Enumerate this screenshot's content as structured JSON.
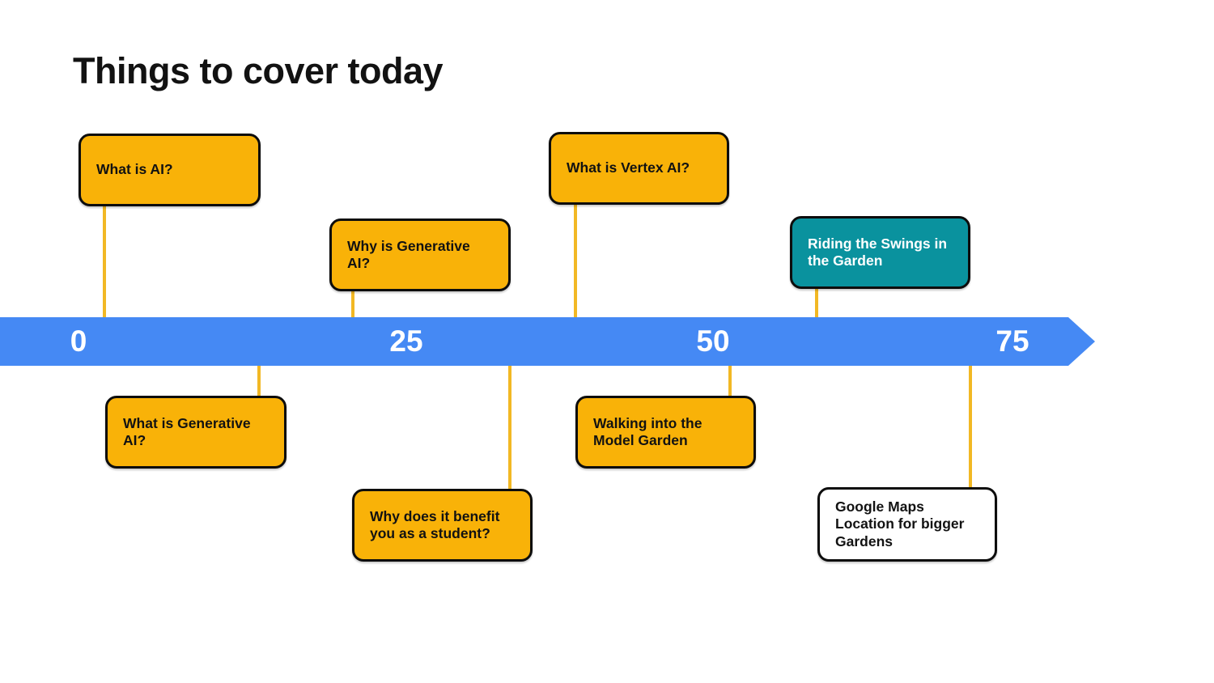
{
  "slide": {
    "title": "Things to cover today"
  },
  "colors": {
    "yellow": {
      "bg": "#F9B208",
      "text": "#121212"
    },
    "teal": {
      "bg": "#0A929E",
      "text": "#FFFFFF"
    },
    "white": {
      "bg": "#FFFFFF",
      "text": "#121212"
    },
    "bar_blue": "#4589F4",
    "connector_yellow": "#F2B824",
    "border_black": "#0D0D0D"
  },
  "timeline": {
    "ticks": [
      {
        "label": "0"
      },
      {
        "label": "25"
      },
      {
        "label": "50"
      },
      {
        "label": "75"
      }
    ]
  },
  "milestones": [
    {
      "label": "What is AI?",
      "variant": "yellow",
      "side": "above"
    },
    {
      "label": "Why is Generative\nAI?",
      "variant": "yellow",
      "side": "above"
    },
    {
      "label": "What is Vertex AI?",
      "variant": "yellow",
      "side": "above"
    },
    {
      "label": "Riding the Swings in\nthe Garden",
      "variant": "teal",
      "side": "above"
    },
    {
      "label": "What is Generative\nAI?",
      "variant": "yellow",
      "side": "below"
    },
    {
      "label": "Why does it benefit\nyou as a student?",
      "variant": "yellow",
      "side": "below"
    },
    {
      "label": "Walking into the\nModel Garden",
      "variant": "yellow",
      "side": "below"
    },
    {
      "label": "Google Maps\nLocation for bigger\nGardens",
      "variant": "white",
      "side": "below"
    }
  ]
}
